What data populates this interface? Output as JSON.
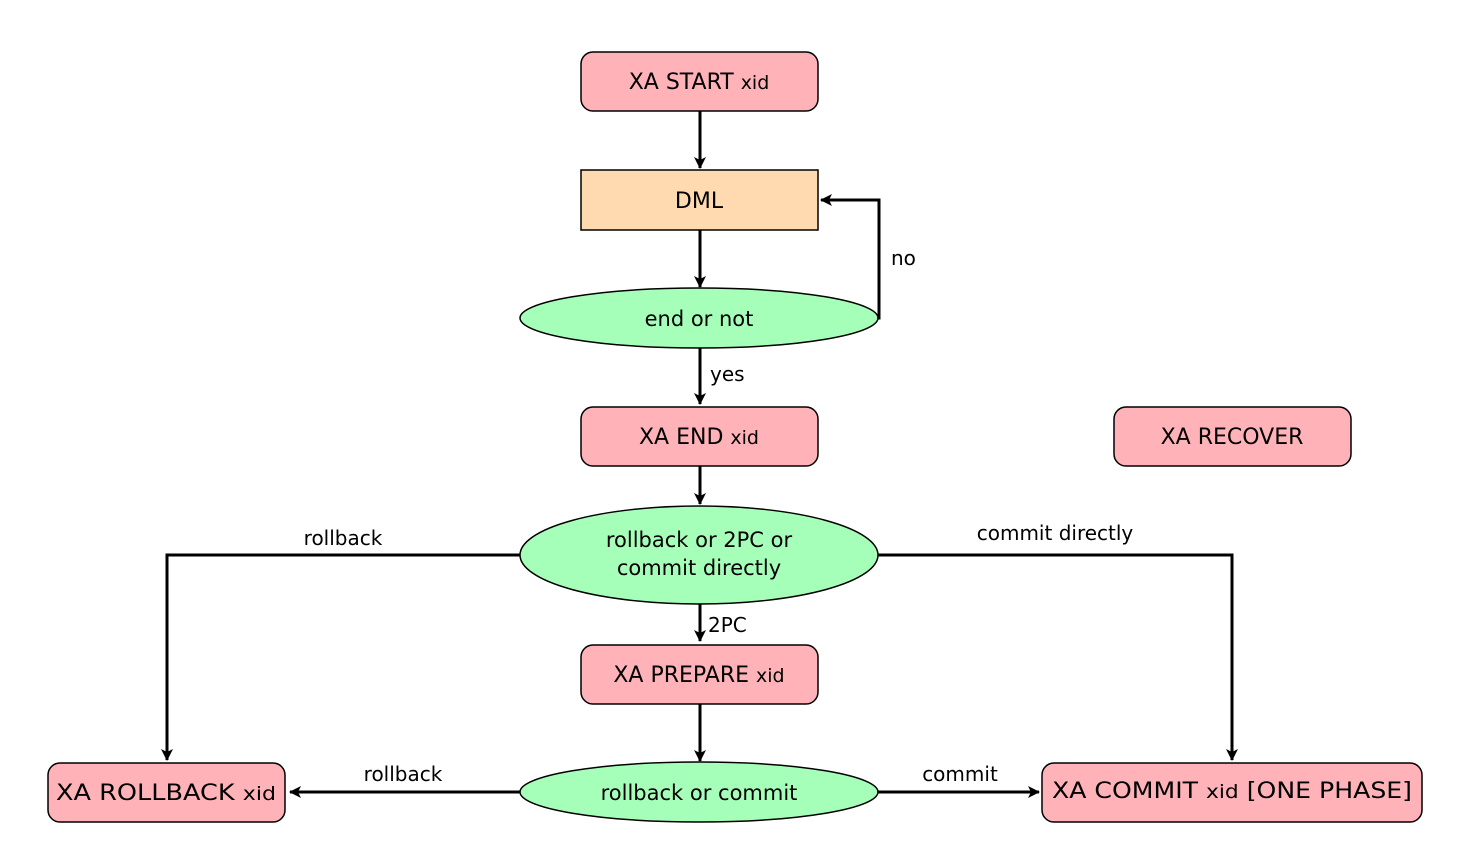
{
  "colors": {
    "process_fill": "#ffb3b8",
    "dml_fill": "#ffd9b0",
    "decision_fill": "#a6ffb9",
    "stroke": "#000000"
  },
  "nodes": {
    "xa_start": {
      "main": "XA START",
      "suffix": "xid"
    },
    "dml": {
      "main": "DML"
    },
    "end_or_not": {
      "main": "end or not"
    },
    "xa_end": {
      "main": "XA END",
      "suffix": "xid"
    },
    "xa_recover": {
      "main": "XA RECOVER"
    },
    "rollback_2pc_commit": {
      "line1": "rollback or 2PC or",
      "line2": "commit directly"
    },
    "xa_prepare": {
      "main": "XA PREPARE",
      "suffix": "xid"
    },
    "rollback_or_commit": {
      "main": "rollback or commit"
    },
    "xa_rollback": {
      "main": "XA ROLLBACK",
      "suffix": "xid"
    },
    "xa_commit": {
      "main": "XA COMMIT",
      "suffix": "xid",
      "tail": "[ONE PHASE]"
    }
  },
  "edges": {
    "no": "no",
    "yes": "yes",
    "rollback_top": "rollback",
    "commit_directly": "commit directly",
    "two_pc": "2PC",
    "rollback_bottom": "rollback",
    "commit": "commit"
  }
}
